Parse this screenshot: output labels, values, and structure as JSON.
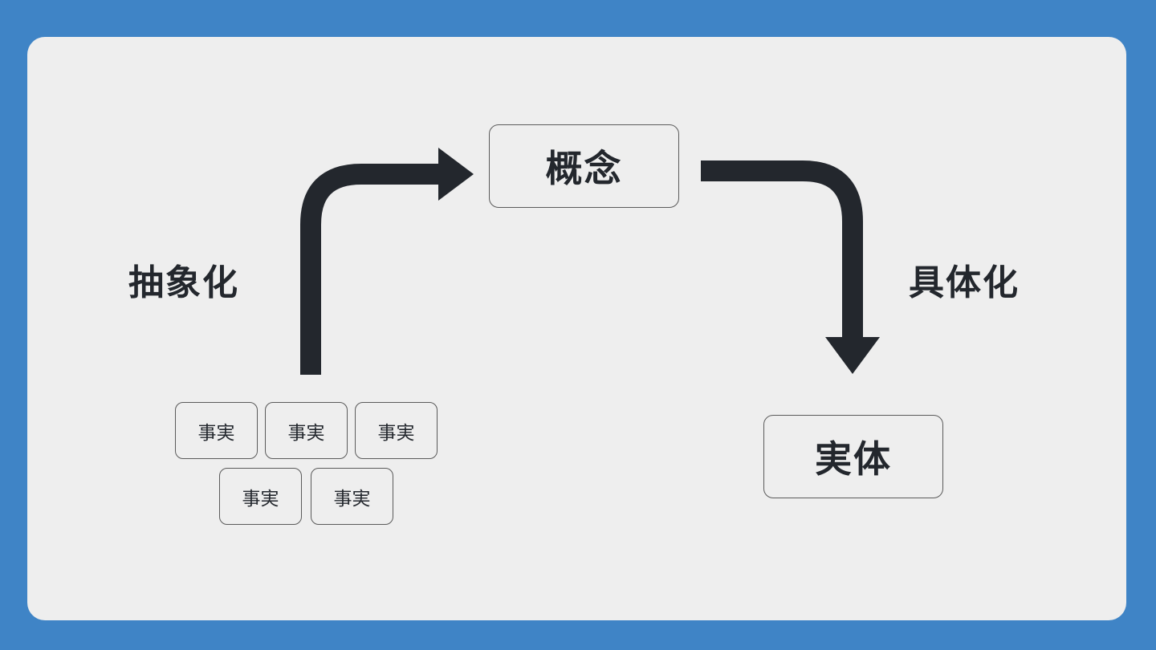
{
  "colors": {
    "background": "#3f84c6",
    "panel": "#eeeeee",
    "ink": "#23272d",
    "box_border": "#5a5a5a"
  },
  "labels": {
    "abstraction": "抽象化",
    "concretization": "具体化"
  },
  "nodes": {
    "concept": "概念",
    "entity": "実体",
    "facts": [
      "事実",
      "事実",
      "事実",
      "事実",
      "事実"
    ]
  }
}
